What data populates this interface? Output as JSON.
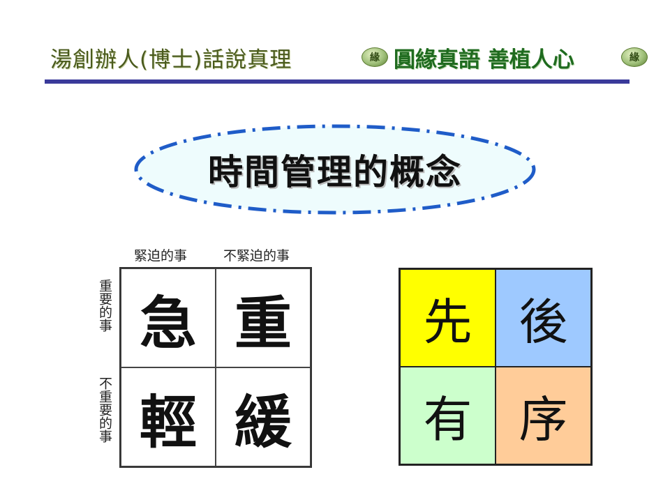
{
  "header": {
    "left_title": "湯創辦人(博士)話說真理",
    "right_title": "圓緣真語 善植人心",
    "seal_char": "緣",
    "colors": {
      "divider": "#3a3a9a",
      "left_title": "#4a5a1e",
      "right_title": "#1f6b1f"
    }
  },
  "title": {
    "text": "時間管理的概念",
    "ellipse_fill": "#eefcfd",
    "ellipse_stroke": "#1f5cc8"
  },
  "matrix": {
    "col_headers": [
      "緊迫的事",
      "不緊迫的事"
    ],
    "row_headers": [
      "重要的事",
      "不重要的事"
    ],
    "cells": [
      "急",
      "重",
      "輕",
      "緩"
    ]
  },
  "order_grid": {
    "cells": [
      {
        "char": "先",
        "color": "#ffff00"
      },
      {
        "char": "後",
        "color": "#9ec9ff"
      },
      {
        "char": "有",
        "color": "#ccffcc"
      },
      {
        "char": "序",
        "color": "#ffcc99"
      }
    ]
  }
}
